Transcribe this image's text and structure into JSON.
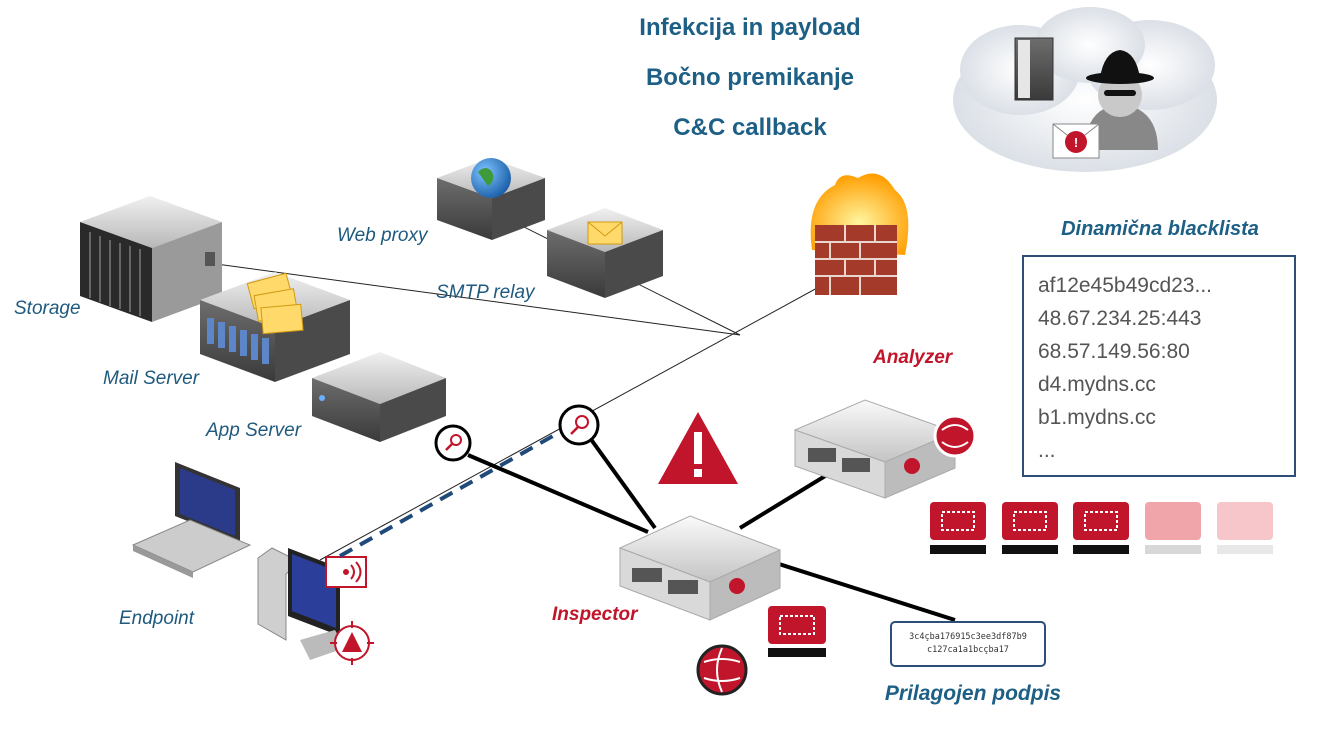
{
  "titles": [
    "Infekcija in payload",
    "Bočno premikanje",
    "C&C callback"
  ],
  "nodes": {
    "storage": "Storage",
    "mail_server": "Mail Server",
    "app_server": "App Server",
    "web_proxy": "Web proxy",
    "smtp_relay": "SMTP relay",
    "endpoint": "Endpoint",
    "inspector": "Inspector",
    "analyzer": "Analyzer"
  },
  "blacklist": {
    "title": "Dinamična blacklista",
    "entries": [
      "af12e45b49cd23...",
      "48.67.234.25:443",
      "68.57.149.56:80",
      "d4.mydns.cc",
      "b1.mydns.cc",
      "..."
    ]
  },
  "signature": {
    "title": "Prilagojen podpis",
    "lines": [
      "3c4çba176915c3ee3df87b9",
      "c127ca1a1bcçba17"
    ]
  },
  "colors": {
    "accent_blue": "#1d5f85",
    "alert_red": "#c0152a",
    "box_border": "#2d4e77"
  }
}
